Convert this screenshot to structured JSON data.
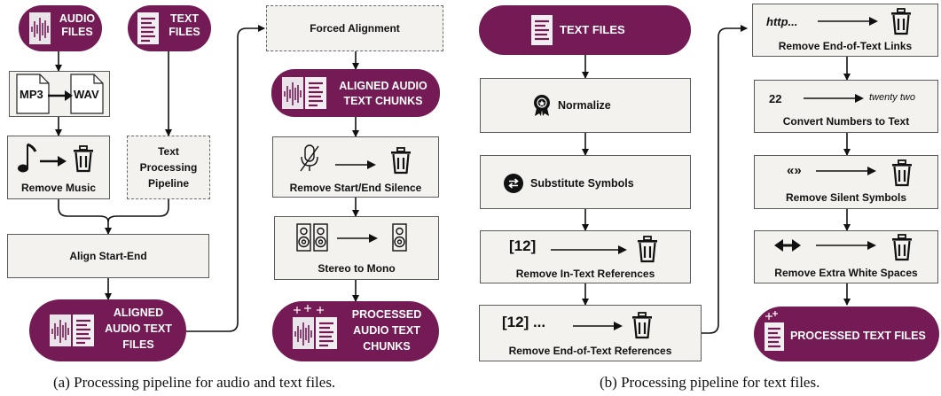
{
  "diagram_a": {
    "audio_files": "AUDIO\nFILES",
    "text_files": "TEXT\nFILES",
    "mp3": "MP3",
    "wav": "WAV",
    "remove_music": "Remove Music",
    "text_processing_pipeline": "Text\nProcessing\nPipeline",
    "align_start_end": "Align Start-End",
    "aligned_audio_text_files": "ALIGNED\nAUDIO TEXT\nFILES",
    "forced_alignment": "Forced Alignment",
    "aligned_audio_text_chunks": "ALIGNED AUDIO\nTEXT CHUNKS",
    "remove_silence": "Remove Start/End Silence",
    "stereo_to_mono": "Stereo to Mono",
    "processed_audio_text_chunks": "PROCESSED\nAUDIO TEXT\nCHUNKS",
    "caption": "(a) Processing pipeline for audio and text files."
  },
  "diagram_b": {
    "text_files": "TEXT FILES",
    "normalize": "Normalize",
    "substitute_symbols": "Substitute Symbols",
    "in_text_ref_example": "[12]",
    "remove_in_text_refs": "Remove In-Text References",
    "end_text_ref_example": "[12] ...",
    "remove_end_text_refs": "Remove End-of-Text References",
    "link_example": "http...",
    "remove_links": "Remove End-of-Text Links",
    "number_example": "22",
    "number_words": "twenty two",
    "convert_numbers": "Convert Numbers to Text",
    "silent_symbol_example": "«»",
    "remove_silent_symbols": "Remove Silent Symbols",
    "remove_white_spaces": "Remove Extra White Spaces",
    "processed_text_files": "PROCESSED TEXT FILES",
    "caption": "(b) Processing pipeline for text files."
  },
  "colors": {
    "accent": "#741a55",
    "box_fill": "#f4f2ef",
    "box_border": "#5a5a5a"
  }
}
